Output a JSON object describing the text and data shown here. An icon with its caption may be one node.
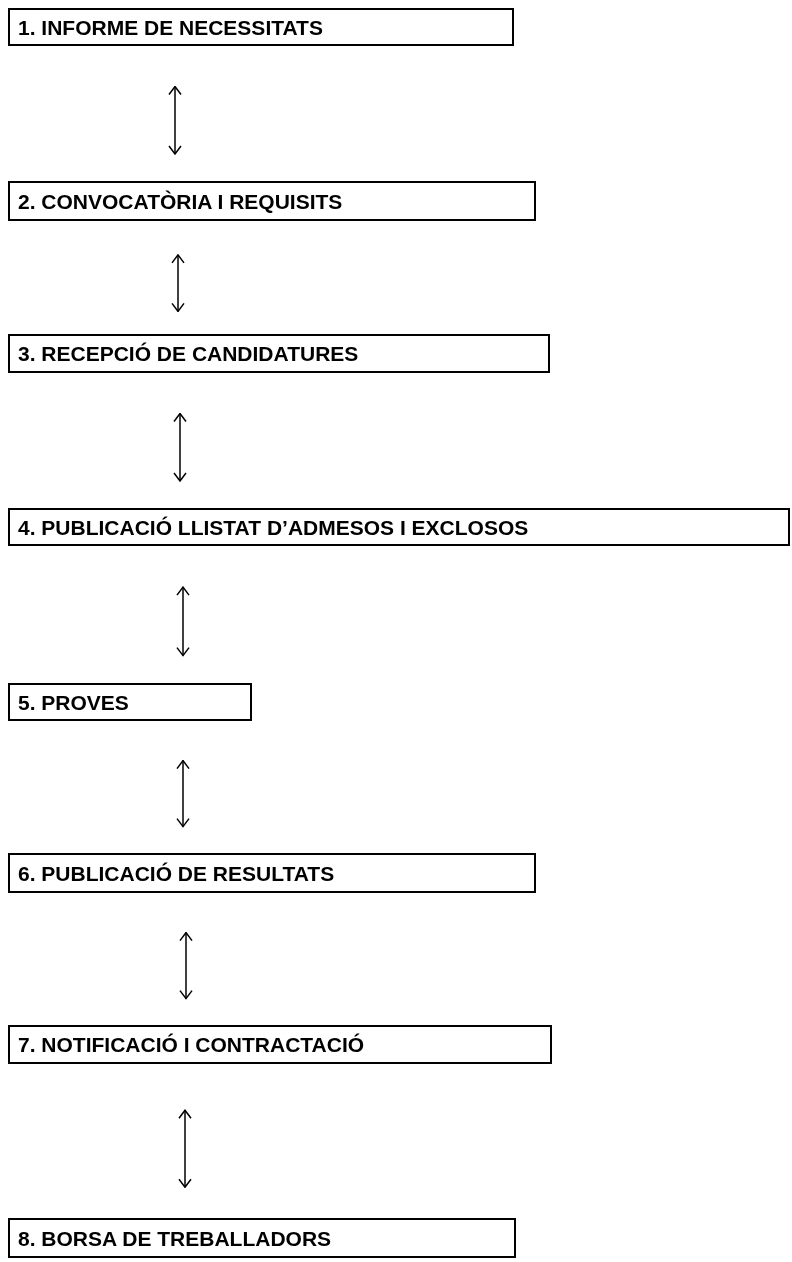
{
  "diagram": {
    "nodes": [
      {
        "text": [
          "1. INFORME DE NECESSITATS"
        ]
      },
      {
        "text": [
          "2. CONVOCATÒRIA I REQUISITS"
        ]
      },
      {
        "text": [
          "3. RECEPCIÓ DE CANDIDATURES"
        ]
      },
      {
        "text": [
          "4. PUBLICACIÓ LLISTAT D’ADMESOS I EXCLOSOS"
        ]
      },
      {
        "text": [
          "5. PROVES"
        ]
      },
      {
        "text": [
          "6. PUBLICACIÓ DE RESULTATS"
        ]
      },
      {
        "text": [
          "7. NOTIFICACIÓ I CONTRACTACIÓ"
        ]
      },
      {
        "text": [
          "8. BORSA DE TREBALLADORS"
        ]
      }
    ],
    "edges": [
      {
        "from": 0,
        "to": 1,
        "arrow": "both"
      },
      {
        "from": 1,
        "to": 2,
        "arrow": "both"
      },
      {
        "from": 2,
        "to": 3,
        "arrow": "both"
      },
      {
        "from": 3,
        "to": 4,
        "arrow": "both"
      },
      {
        "from": 4,
        "to": 5,
        "arrow": "both"
      },
      {
        "from": 5,
        "to": 6,
        "arrow": "both"
      },
      {
        "from": 6,
        "to": 7,
        "arrow": "both"
      }
    ]
  }
}
